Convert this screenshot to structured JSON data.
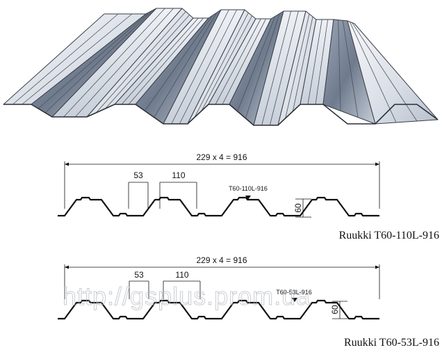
{
  "product_image": {
    "name": "corrugated-steel-sheet"
  },
  "watermark": "http://gsplus.prom.ua",
  "profiles": [
    {
      "overall_width_label": "229 x 4 = 916",
      "rib_width_label": "53",
      "valley_width_label": "110",
      "profile_code": "T60-110L-916",
      "height_label": "60",
      "caption": "Ruukki  T60-110L-916"
    },
    {
      "overall_width_label": "229 x 4 = 916",
      "rib_width_label": "53",
      "valley_width_label": "110",
      "profile_code": "T60-53L-916",
      "height_label": "60",
      "caption": "Ruukki  T60-53L-916"
    }
  ],
  "colors": {
    "line": "#111111",
    "sheet_light": "#eef1f5",
    "sheet_mid": "#b9c2cf",
    "sheet_dark": "#7d8898"
  }
}
